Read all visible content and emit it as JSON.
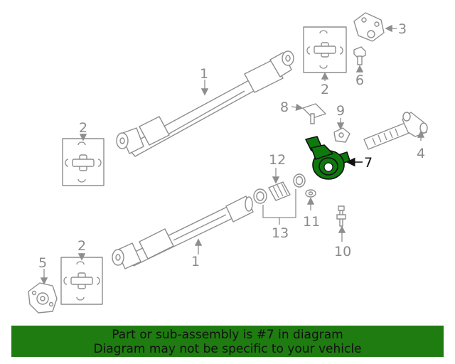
{
  "callouts": {
    "c1a": "1",
    "c1b": "1",
    "c2a": "2",
    "c2b": "2",
    "c2c": "2",
    "c3": "3",
    "c4": "4",
    "c5": "5",
    "c6": "6",
    "c7": "7",
    "c8": "8",
    "c9": "9",
    "c10": "10",
    "c11": "11",
    "c12": "12",
    "c13": "13"
  },
  "highlighted_part": "7",
  "colors": {
    "highlight": "#0e7a0d",
    "banner": "#1e7c10",
    "line_art": "#8e8e8e"
  },
  "banner": {
    "line1": "Part or sub-assembly is #7 in diagram",
    "line2": "Diagram may not be specific to your vehicle"
  }
}
